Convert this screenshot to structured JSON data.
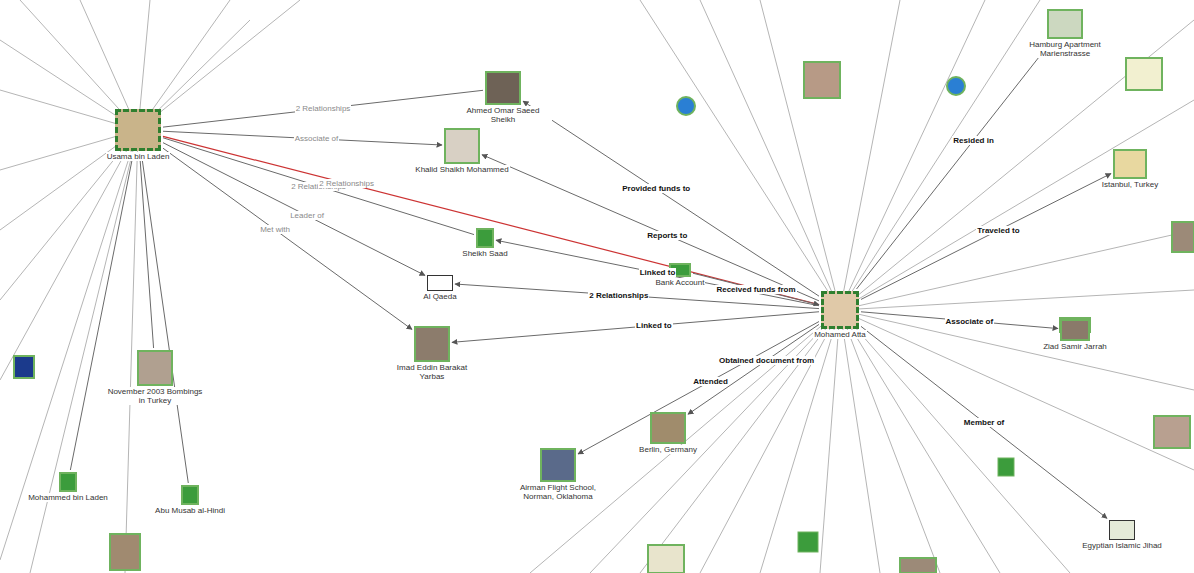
{
  "diagram": {
    "nodes": [
      {
        "text": [
          "Usama bin Laden"
        ]
      },
      {
        "text": [
          "Ahmed Omar Saeed Sheikh"
        ]
      },
      {
        "text": [
          "Khalid Shaikh Mohammed"
        ]
      },
      {
        "text": [
          "Sheikh Saad"
        ]
      },
      {
        "text": [
          "Al Qaeda"
        ]
      },
      {
        "text": [
          "Bank Account"
        ]
      },
      {
        "text": [
          "Imad Eddin Barakat Yarbas"
        ]
      },
      {
        "text": [
          "Mohamed Atta"
        ]
      },
      {
        "text": [
          "Mohammed bin Laden"
        ]
      },
      {
        "text": [
          "Abu Musab al-Hindi"
        ]
      },
      {
        "text": [
          "November 2003 Bombings in Turkey"
        ]
      },
      {
        "text": [
          "Hamburg Apartment Marienstrasse"
        ]
      },
      {
        "text": [
          "Istanbul, Turkey"
        ]
      },
      {
        "text": [
          "Ziad Samir Jarrah"
        ]
      },
      {
        "text": [
          "Airman Flight School, Norman, Oklahoma"
        ]
      },
      {
        "text": [
          "Berlin, Germany"
        ]
      },
      {
        "text": [
          "Egyptian Islamic Jihad"
        ]
      }
    ],
    "edges": [
      {
        "from": 0,
        "to": 1,
        "label": "2 Relationships",
        "arrow": "none"
      },
      {
        "from": 0,
        "to": 2,
        "label": "Associate of",
        "arrow": "to"
      },
      {
        "from": 0,
        "to": 3,
        "label": "2 Relationships",
        "arrow": "none"
      },
      {
        "from": 0,
        "to": 4,
        "label": "Leader of",
        "arrow": "to"
      },
      {
        "from": 0,
        "to": 6,
        "label": "Met with",
        "arrow": "to"
      },
      {
        "from": 0,
        "to": 7,
        "label": "2 Relationships",
        "arrow": "none"
      },
      {
        "from": 0,
        "to": 8,
        "arrow": "none"
      },
      {
        "from": 0,
        "to": 9,
        "arrow": "none"
      },
      {
        "from": 0,
        "to": 10,
        "arrow": "none"
      },
      {
        "from": 7,
        "to": 1,
        "label": "Provided funds to",
        "arrow": "to"
      },
      {
        "from": 7,
        "to": 2,
        "label": "Reports to",
        "arrow": "to"
      },
      {
        "from": 7,
        "to": 3,
        "label": "Linked to",
        "arrow": "to"
      },
      {
        "from": 7,
        "to": 4,
        "label": "2 Relationships",
        "arrow": "to"
      },
      {
        "from": 5,
        "to": 7,
        "label": "Received funds from",
        "arrow": "to"
      },
      {
        "from": 7,
        "to": 6,
        "label": "Linked to",
        "arrow": "to"
      },
      {
        "from": 7,
        "to": 11,
        "label": "Resided in",
        "arrow": "to"
      },
      {
        "from": 7,
        "to": 12,
        "label": "Traveled to",
        "arrow": "to"
      },
      {
        "from": 7,
        "to": 13,
        "label": "Associate of",
        "arrow": "to"
      },
      {
        "from": 7,
        "to": 14,
        "label": "Attended",
        "arrow": "to"
      },
      {
        "from": 7,
        "to": 15,
        "label": "Obtained document from",
        "arrow": "to"
      },
      {
        "from": 7,
        "to": 16,
        "label": "Member of",
        "arrow": "to"
      }
    ]
  }
}
